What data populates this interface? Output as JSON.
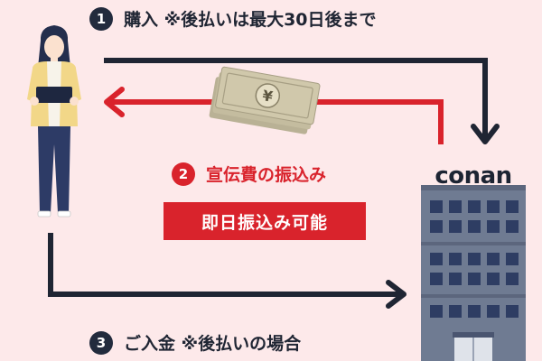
{
  "steps": [
    {
      "number": "1",
      "text": "購入 ※後払いは最大30日後まで"
    },
    {
      "number": "2",
      "text": "宣伝費の振込み"
    },
    {
      "number": "3",
      "text": "ご入金 ※後払いの場合"
    }
  ],
  "same_day_label": "即日振込み可能",
  "company_name": "conan",
  "money_symbol": "¥",
  "colors": {
    "background": "#fde9ea",
    "accent_red": "#d9232c",
    "navy": "#222b3d",
    "building": "#6f7b92",
    "window": "#2e3d63",
    "cardigan": "#f2d788",
    "banknote": "#cfc6a9"
  },
  "icons": [
    "person-icon",
    "building-icon",
    "banknote-icon",
    "arrow-right-icon",
    "arrow-left-icon",
    "arrow-down-icon"
  ]
}
